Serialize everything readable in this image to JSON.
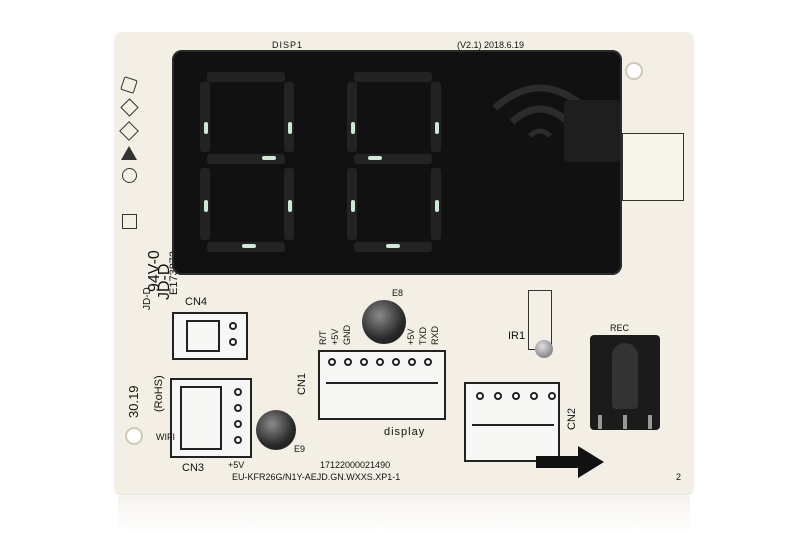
{
  "board": {
    "disp_label": "DISP1",
    "version": "(V2.1) 2018.6.19",
    "vendor_code": "JD-D",
    "flame_rating": "94V-0",
    "cert_number": "E173873",
    "date_code": "30.19",
    "rohs": "(RoHS)",
    "wifi": "WIFI",
    "cn4": "CN4",
    "cn3": "CN3",
    "cn1": "CN1",
    "cn2": "CN2",
    "e8": "E8",
    "e9": "E9",
    "ir1": "IR1",
    "rec": "REC",
    "plus5v": "+5V",
    "display_word": "display",
    "serial": "17122000021490",
    "model": "EU-KFR26G/N1Y-AEJD.GN.WXXS.XP1-1",
    "corner_num": "2",
    "cn1_pins": [
      "R/T",
      "+5V",
      "GND",
      "",
      "+5V",
      "TXD",
      "RXD"
    ]
  },
  "colors": {
    "pcb": "#f3efe4",
    "display": "#111111",
    "segment_glint": "#cfe8d6"
  }
}
